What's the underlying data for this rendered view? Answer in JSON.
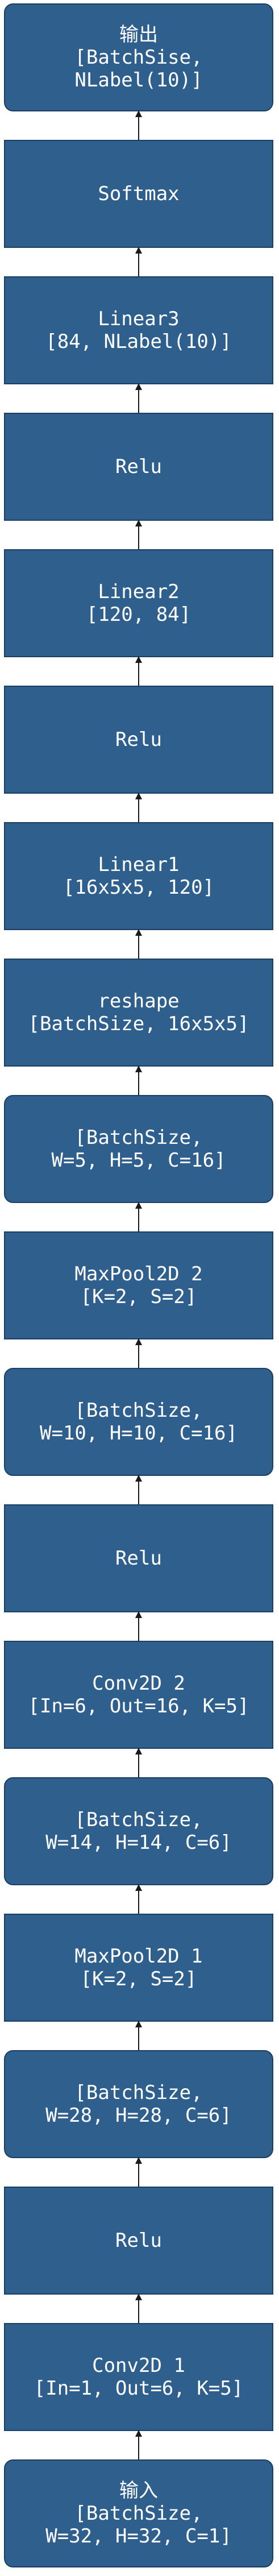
{
  "nodes": [
    {
      "lines": [
        "输出",
        "[BatchSise,",
        "NLabel(10)]"
      ],
      "shape": "rounded"
    },
    {
      "lines": [
        "Softmax"
      ],
      "shape": "rect"
    },
    {
      "lines": [
        "Linear3",
        "[84, NLabel(10)]"
      ],
      "shape": "rect"
    },
    {
      "lines": [
        "Relu"
      ],
      "shape": "rect"
    },
    {
      "lines": [
        "Linear2",
        "[120, 84]"
      ],
      "shape": "rect"
    },
    {
      "lines": [
        "Relu"
      ],
      "shape": "rect"
    },
    {
      "lines": [
        "Linear1",
        "[16x5x5, 120]"
      ],
      "shape": "rect"
    },
    {
      "lines": [
        "reshape",
        "[BatchSize, 16x5x5]"
      ],
      "shape": "rect"
    },
    {
      "lines": [
        "[BatchSize,",
        "W=5, H=5, C=16]"
      ],
      "shape": "rounded"
    },
    {
      "lines": [
        "MaxPool2D 2",
        "[K=2, S=2]"
      ],
      "shape": "rect"
    },
    {
      "lines": [
        "[BatchSize,",
        "W=10, H=10, C=16]"
      ],
      "shape": "rounded"
    },
    {
      "lines": [
        "Relu"
      ],
      "shape": "rect"
    },
    {
      "lines": [
        "Conv2D 2",
        "[In=6, Out=16, K=5]"
      ],
      "shape": "rect"
    },
    {
      "lines": [
        "[BatchSize,",
        "W=14, H=14, C=6]"
      ],
      "shape": "rounded"
    },
    {
      "lines": [
        "MaxPool2D 1",
        "[K=2, S=2]"
      ],
      "shape": "rect"
    },
    {
      "lines": [
        "[BatchSize,",
        "W=28, H=28, C=6]"
      ],
      "shape": "rounded"
    },
    {
      "lines": [
        "Relu"
      ],
      "shape": "rect"
    },
    {
      "lines": [
        "Conv2D 1",
        "[In=1, Out=6, K=5]"
      ],
      "shape": "rect"
    },
    {
      "lines": [
        "输入",
        "[BatchSize,",
        "W=32, H=32, C=1]"
      ],
      "shape": "rounded"
    }
  ],
  "colors": {
    "node_fill": "#2f5f8c",
    "node_border": "#1b3f63",
    "text": "#ffffff",
    "arrow": "#1a1a1a",
    "background": "#ffffff"
  }
}
